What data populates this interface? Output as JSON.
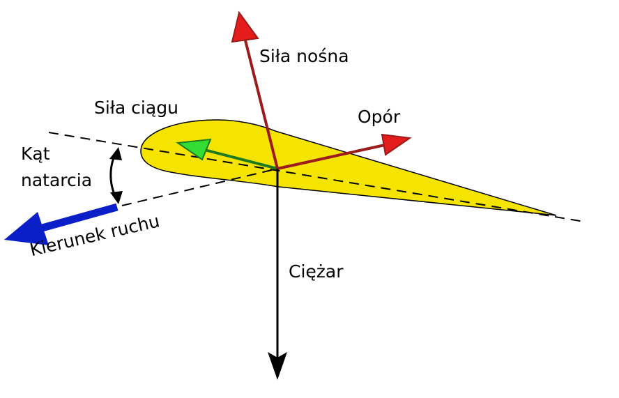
{
  "labels": {
    "lift": "Siła nośna",
    "thrust": "Siła ciągu",
    "drag": "Opór",
    "angle_of_attack_line1": "Kąt",
    "angle_of_attack_line2": "natarcia",
    "direction_of_motion": "Kierunek ruchu",
    "weight": "Ciężar"
  },
  "colors": {
    "airfoil_fill": "#f5e400",
    "lift_arrow": "#9b1a1a",
    "lift_head": "#e51c1c",
    "drag_arrow": "#9b1a1a",
    "drag_head": "#e51c1c",
    "thrust_arrow": "#1f7a1f",
    "thrust_head": "#33dd33",
    "weight_arrow": "#000000",
    "direction_arrow": "#0a1fc8",
    "dashed_lines": "#000000"
  },
  "icons": {
    "lift": "arrow-up-icon",
    "drag": "arrow-right-icon",
    "thrust": "arrow-left-icon",
    "weight": "arrow-down-icon",
    "direction": "arrow-left-icon",
    "angle": "double-arrow-icon"
  }
}
